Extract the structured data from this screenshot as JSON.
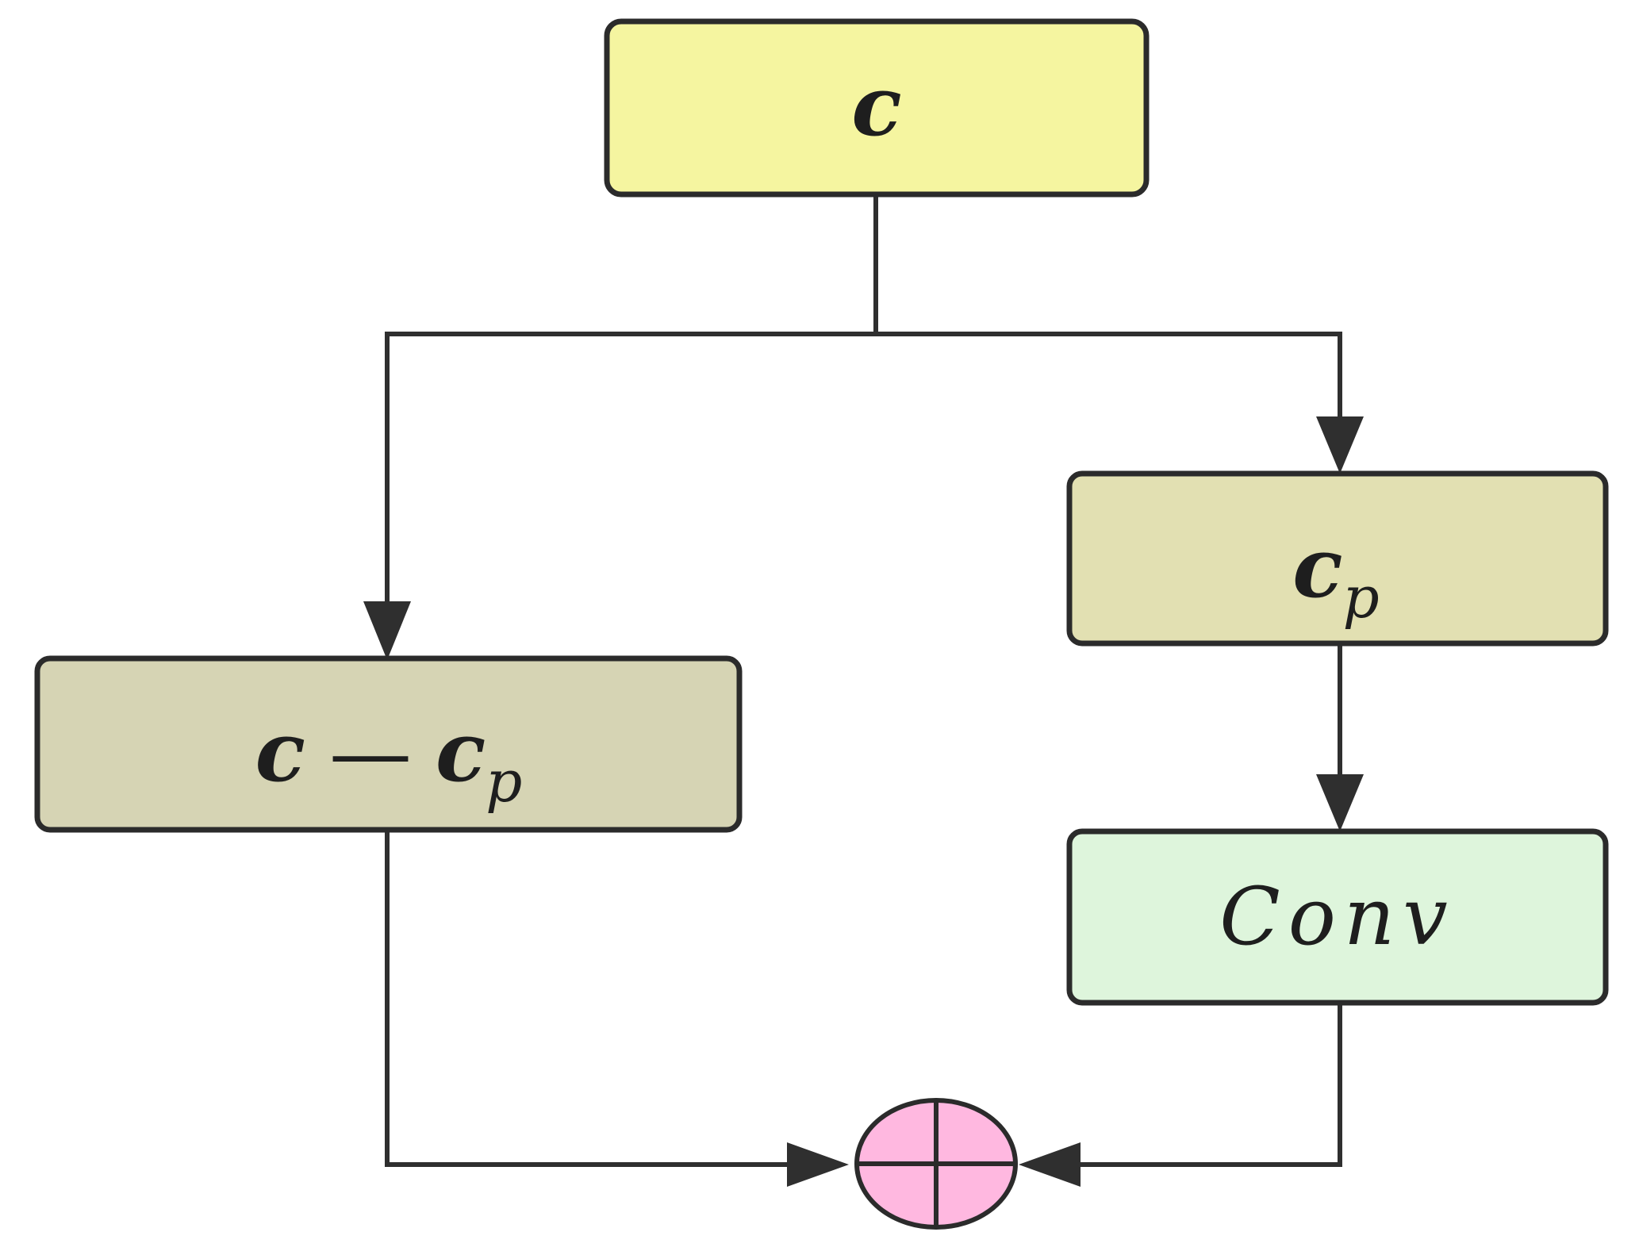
{
  "nodes": {
    "input": {
      "label": "c",
      "fill": "#f5f5a0"
    },
    "partial": {
      "main": "c",
      "subscript": "p",
      "fill": "#e2e0b2"
    },
    "residual": {
      "main": "c",
      "operator": "—",
      "operand": "c",
      "subscript": "p",
      "fill": "#d6d4b4"
    },
    "conv": {
      "label": "Conv",
      "fill": "#def5dc"
    }
  },
  "sum_node": {
    "symbol": "add-icon",
    "fill": "#ffb8e0"
  },
  "colors": {
    "stroke": "#2b2b2b",
    "edge": "#2f2f2f"
  }
}
